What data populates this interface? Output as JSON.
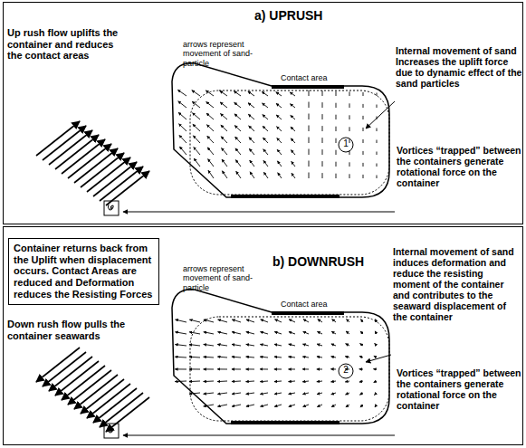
{
  "diagram": {
    "nodes": [
      {
        "text": [
          "a) UPRUSH"
        ]
      },
      {
        "text": [
          "b) DOWNRUSH"
        ]
      },
      {
        "text": [
          "Container returns back from the Uplift when displacement occurs. Contact Areas are reduced and Deformation reduces the Resisting Forces"
        ],
        "in": 1
      }
    ],
    "labels": [
      "Up rush flow uplifts the container and reduces the contact areas",
      "arrows represent movement of sand-particle",
      "Contact area",
      "Internal movement of sand Increases the uplift force due to dynamic effect of the sand particles",
      "1",
      "Vortices “trapped” between the containers generate rotational force on the container",
      "Down rush flow pulls the container seawards",
      "arrows represent movement of sand-particle",
      "Contact area",
      "Internal movement of sand induces deformation and reduce the resisting moment of the container and contributes to the seaward displacement of the container",
      "2",
      "Vortices “trapped” between the containers generate rotational force on the container"
    ]
  }
}
